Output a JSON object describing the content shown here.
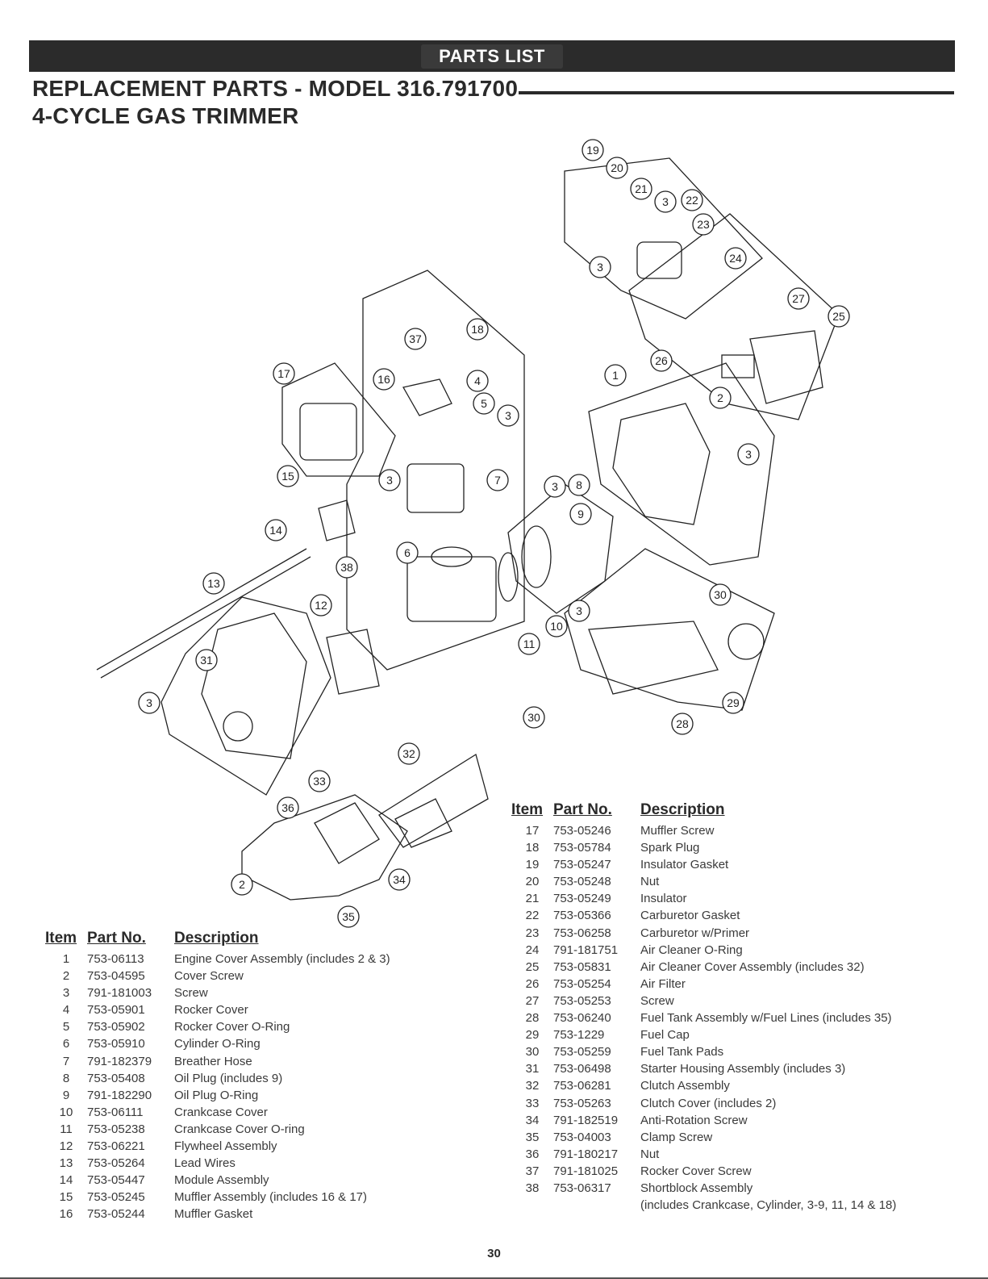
{
  "banner": "PARTS LIST",
  "title_line1": "REPLACEMENT PARTS - MODEL 316.791700",
  "title_line2": "4-CYCLE GAS TRIMMER",
  "table_headers": {
    "item": "Item",
    "part_no": "Part No.",
    "description": "Description"
  },
  "left_parts": [
    {
      "item": "1",
      "part": "753-06113",
      "desc": "Engine Cover Assembly (includes 2 & 3)"
    },
    {
      "item": "2",
      "part": "753-04595",
      "desc": "Cover Screw"
    },
    {
      "item": "3",
      "part": "791-181003",
      "desc": "Screw"
    },
    {
      "item": "4",
      "part": "753-05901",
      "desc": "Rocker Cover"
    },
    {
      "item": "5",
      "part": "753-05902",
      "desc": "Rocker Cover O-Ring"
    },
    {
      "item": "6",
      "part": "753-05910",
      "desc": "Cylinder O-Ring"
    },
    {
      "item": "7",
      "part": "791-182379",
      "desc": "Breather Hose"
    },
    {
      "item": "8",
      "part": "753-05408",
      "desc": "Oil Plug (includes 9)"
    },
    {
      "item": "9",
      "part": "791-182290",
      "desc": "Oil Plug O-Ring"
    },
    {
      "item": "10",
      "part": "753-06111",
      "desc": "Crankcase Cover"
    },
    {
      "item": "11",
      "part": "753-05238",
      "desc": "Crankcase Cover O-ring"
    },
    {
      "item": "12",
      "part": "753-06221",
      "desc": "Flywheel Assembly"
    },
    {
      "item": "13",
      "part": "753-05264",
      "desc": "Lead Wires"
    },
    {
      "item": "14",
      "part": "753-05447",
      "desc": "Module Assembly"
    },
    {
      "item": "15",
      "part": "753-05245",
      "desc": "Muffler Assembly (includes 16 & 17)"
    },
    {
      "item": "16",
      "part": "753-05244",
      "desc": "Muffler Gasket"
    }
  ],
  "right_parts": [
    {
      "item": "17",
      "part": "753-05246",
      "desc": "Muffler Screw"
    },
    {
      "item": "18",
      "part": "753-05784",
      "desc": "Spark Plug"
    },
    {
      "item": "19",
      "part": "753-05247",
      "desc": "Insulator Gasket"
    },
    {
      "item": "20",
      "part": "753-05248",
      "desc": "Nut"
    },
    {
      "item": "21",
      "part": "753-05249",
      "desc": "Insulator"
    },
    {
      "item": "22",
      "part": "753-05366",
      "desc": "Carburetor Gasket"
    },
    {
      "item": "23",
      "part": "753-06258",
      "desc": "Carburetor w/Primer"
    },
    {
      "item": "24",
      "part": "791-181751",
      "desc": "Air Cleaner O-Ring"
    },
    {
      "item": "25",
      "part": "753-05831",
      "desc": "Air Cleaner Cover Assembly (includes 32)"
    },
    {
      "item": "26",
      "part": "753-05254",
      "desc": "Air Filter"
    },
    {
      "item": "27",
      "part": "753-05253",
      "desc": "Screw"
    },
    {
      "item": "28",
      "part": "753-06240",
      "desc": "Fuel Tank Assembly w/Fuel Lines (includes 35)"
    },
    {
      "item": "29",
      "part": "753-1229",
      "desc": "Fuel Cap"
    },
    {
      "item": "30",
      "part": "753-05259",
      "desc": "Fuel Tank Pads"
    },
    {
      "item": "31",
      "part": "753-06498",
      "desc": "Starter Housing Assembly (includes 3)"
    },
    {
      "item": "32",
      "part": "753-06281",
      "desc": "Clutch Assembly"
    },
    {
      "item": "33",
      "part": "753-05263",
      "desc": "Clutch Cover (includes 2)"
    },
    {
      "item": "34",
      "part": "791-182519",
      "desc": "Anti-Rotation Screw"
    },
    {
      "item": "35",
      "part": "753-04003",
      "desc": "Clamp Screw"
    },
    {
      "item": "36",
      "part": "791-180217",
      "desc": "Nut"
    },
    {
      "item": "37",
      "part": "791-181025",
      "desc": "Rocker Cover Screw"
    },
    {
      "item": "38",
      "part": "753-06317",
      "desc": "Shortblock Assembly",
      "desc2": "(includes Crankcase, Cylinder, 3-9, 11, 14 & 18)"
    }
  ],
  "callout_labels": [
    "19",
    "20",
    "21",
    "3",
    "22",
    "23",
    "3",
    "24",
    "27",
    "25",
    "37",
    "18",
    "17",
    "16",
    "4",
    "5",
    "3",
    "26",
    "1",
    "2",
    "15",
    "3",
    "7",
    "3",
    "8",
    "3",
    "14",
    "9",
    "6",
    "38",
    "13",
    "12",
    "3",
    "10",
    "11",
    "30",
    "31",
    "3",
    "30",
    "29",
    "28",
    "32",
    "33",
    "36",
    "34",
    "2",
    "35"
  ],
  "page_number": "30"
}
